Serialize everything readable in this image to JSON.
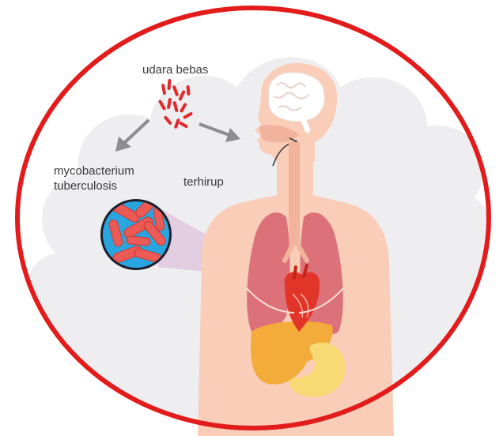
{
  "labels": {
    "airborne": "udara bebas",
    "bacterium_line1": "mycobacterium",
    "bacterium_line2": "tuberculosis",
    "inhaled": "terhirup"
  },
  "colors": {
    "frame": "#e31b1b",
    "cloud": "#eeeef1",
    "skin": "#f9cdb8",
    "skin_dark": "#f1b39b",
    "lung": "#d8606f",
    "heart": "#e2352a",
    "liver": "#f3ac3a",
    "stomach": "#f7da73",
    "brain": "#ffffff",
    "bacteria": "#e3282b",
    "lens_bg": "#29a6df",
    "arrow": "#8d8d8d"
  },
  "icons": {
    "bacteria_cluster": "rod-bacteria-icon",
    "magnifier": "magnified-bacteria-icon",
    "arrow_left": "arrow-down-left-icon",
    "arrow_right": "arrow-right-icon"
  }
}
